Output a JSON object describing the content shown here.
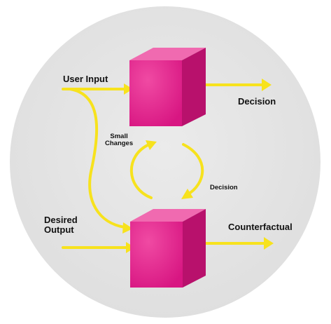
{
  "colors": {
    "background": "#ffffff",
    "circle": "#e4e4e4",
    "arrow": "#f7e21d",
    "cube_front": "#e51c8c",
    "cube_top": "#f06ab0",
    "cube_side": "#b8116c",
    "text": "#111111"
  },
  "nodes": {
    "top_cube": "model-cube",
    "bottom_cube": "counterfactual-generator-cube"
  },
  "labels": {
    "user_input": "User Input",
    "decision_out": "Decision",
    "small_changes_line1": "Small",
    "small_changes_line2": "Changes",
    "decision_loop": "Decision",
    "desired_output_line1": "Desired",
    "desired_output_line2": "Output",
    "counterfactual": "Counterfactual"
  }
}
